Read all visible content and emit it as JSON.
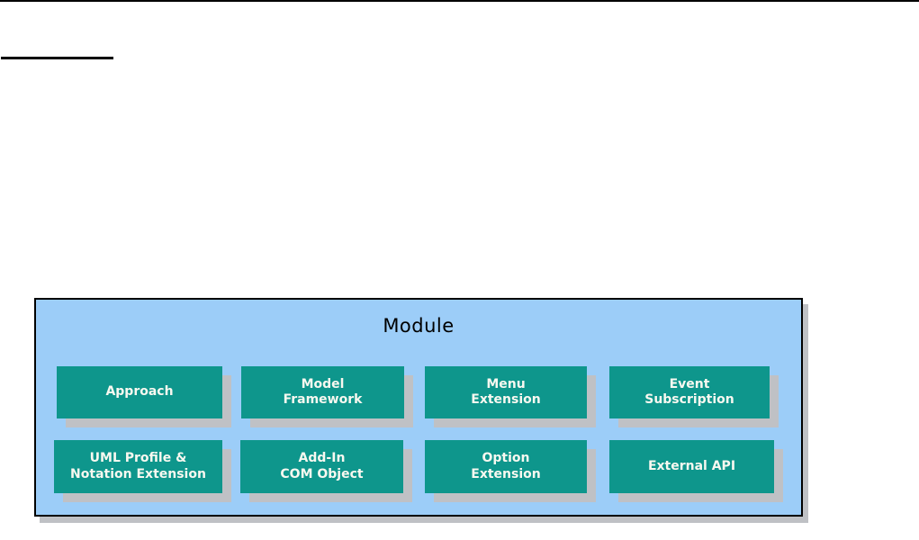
{
  "page": {
    "top_rule": "",
    "heading_underline": ""
  },
  "diagram": {
    "title": "Module",
    "modules": [
      {
        "label": "Approach"
      },
      {
        "label": "Model\nFramework"
      },
      {
        "label": "Menu\nExtension"
      },
      {
        "label": "Event\nSubscription"
      },
      {
        "label": "UML Profile &\nNotation Extension"
      },
      {
        "label": "Add-In\nCOM Object"
      },
      {
        "label": "Option\nExtension"
      },
      {
        "label": "External API"
      }
    ],
    "colors": {
      "container_fill": "#9CCDF8",
      "container_border": "#000000",
      "module_fill": "#0E968C",
      "module_text": "#F8F8F0",
      "shadow": "#BFC1C5",
      "rule": "#000000",
      "title_color": "#000000"
    }
  }
}
